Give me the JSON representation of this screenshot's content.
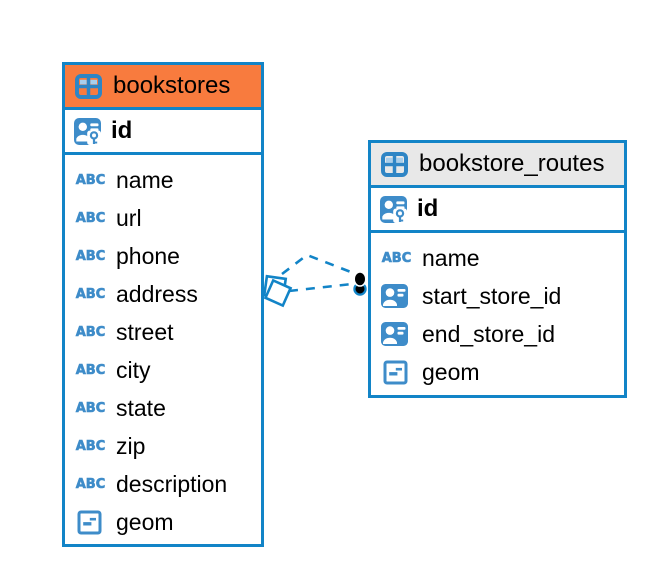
{
  "app": {
    "view": "entity-relationship-diagram"
  },
  "colors": {
    "accent_blue": "#1284C7",
    "icon_blue": "#3E8CC9",
    "header_orange": "#F87B3E",
    "header_gray": "#E8E8E8",
    "text": "#000000",
    "relationship_dot": "#000000"
  },
  "icon_labels": {
    "text_type": "ABC"
  },
  "tables": [
    {
      "name": "bookstores",
      "header_style": "orange",
      "header_icon": "table-icon",
      "primary_key": {
        "name": "id",
        "icon": "primary-key-icon"
      },
      "columns": [
        {
          "name": "name",
          "icon": "text-type-icon"
        },
        {
          "name": "url",
          "icon": "text-type-icon"
        },
        {
          "name": "phone",
          "icon": "text-type-icon"
        },
        {
          "name": "address",
          "icon": "text-type-icon"
        },
        {
          "name": "street",
          "icon": "text-type-icon"
        },
        {
          "name": "city",
          "icon": "text-type-icon"
        },
        {
          "name": "state",
          "icon": "text-type-icon"
        },
        {
          "name": "zip",
          "icon": "text-type-icon"
        },
        {
          "name": "description",
          "icon": "text-type-icon"
        },
        {
          "name": "geom",
          "icon": "geometry-type-icon"
        }
      ]
    },
    {
      "name": "bookstore_routes",
      "header_style": "gray",
      "header_icon": "table-icon",
      "primary_key": {
        "name": "id",
        "icon": "primary-key-icon"
      },
      "columns": [
        {
          "name": "name",
          "icon": "text-type-icon"
        },
        {
          "name": "start_store_id",
          "icon": "reference-type-icon"
        },
        {
          "name": "end_store_id",
          "icon": "reference-type-icon"
        },
        {
          "name": "geom",
          "icon": "geometry-type-icon"
        }
      ]
    }
  ],
  "relationships": [
    {
      "from_table": "bookstore_routes",
      "from_column": "start_store_id",
      "to_table": "bookstores",
      "to_column": "id",
      "line_style": "dashed"
    },
    {
      "from_table": "bookstore_routes",
      "from_column": "end_store_id",
      "to_table": "bookstores",
      "to_column": "id",
      "line_style": "dashed"
    }
  ]
}
